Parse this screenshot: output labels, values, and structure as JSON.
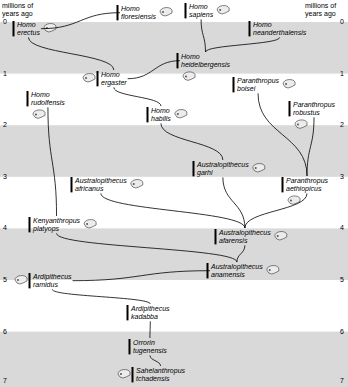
{
  "diagram": {
    "nodes": [
      {
        "text": [
          "Homo sapiens"
        ]
      },
      {
        "text": [
          "Homo floresiensis"
        ]
      },
      {
        "text": [
          "Homo erectus"
        ]
      },
      {
        "text": [
          "Homo neanderthalensis"
        ]
      },
      {
        "text": [
          "Homo heidelbergensis"
        ]
      },
      {
        "text": [
          "Homo ergaster"
        ]
      },
      {
        "text": [
          "Paranthropus boisei"
        ]
      },
      {
        "text": [
          "Homo rudolfensis"
        ]
      },
      {
        "text": [
          "Homo habilis"
        ]
      },
      {
        "text": [
          "Paranthropus robustus"
        ]
      },
      {
        "text": [
          "Australopithecus garhi"
        ]
      },
      {
        "text": [
          "Australopithecus africanus"
        ]
      },
      {
        "text": [
          "Paranthropus aethiopicus"
        ]
      },
      {
        "text": [
          "Kenyanthropus platyops"
        ]
      },
      {
        "text": [
          "Australopithecus afarensis"
        ]
      },
      {
        "text": [
          "Australopithecus anamensis"
        ]
      },
      {
        "text": [
          "Ardipithecus ramidus"
        ]
      },
      {
        "text": [
          "Ardipithecus kadabba"
        ]
      },
      {
        "text": [
          "Orrorin tugenensis"
        ]
      },
      {
        "text": [
          "Sahelanthropus tchadensis"
        ]
      }
    ],
    "edges": [
      {
        "from": 19,
        "to": 18,
        "arrow": "none"
      },
      {
        "from": 18,
        "to": 17,
        "arrow": "none"
      },
      {
        "from": 17,
        "to": 16,
        "arrow": "none"
      },
      {
        "from": 16,
        "to": 15,
        "arrow": "none"
      },
      {
        "from": 15,
        "to": 14,
        "arrow": "none"
      },
      {
        "from": 15,
        "to": 13,
        "arrow": "none"
      },
      {
        "from": 14,
        "to": 11,
        "arrow": "none"
      },
      {
        "from": 14,
        "to": 10,
        "arrow": "none"
      },
      {
        "from": 14,
        "to": 12,
        "arrow": "none"
      },
      {
        "from": 12,
        "to": 6,
        "arrow": "none"
      },
      {
        "from": 12,
        "to": 9,
        "arrow": "none"
      },
      {
        "from": 13,
        "to": 7,
        "arrow": "none"
      },
      {
        "from": 10,
        "to": 8,
        "arrow": "none"
      },
      {
        "from": 8,
        "to": 5,
        "arrow": "none"
      },
      {
        "from": 5,
        "to": 2,
        "arrow": "none"
      },
      {
        "from": 5,
        "to": 4,
        "arrow": "none"
      },
      {
        "from": 2,
        "to": 1,
        "arrow": "none"
      },
      {
        "from": 4,
        "to": 0,
        "arrow": "none"
      },
      {
        "from": 4,
        "to": 3,
        "arrow": "none"
      }
    ],
    "labels": [
      "millions of years ago",
      "0",
      "1",
      "2",
      "3",
      "4",
      "5",
      "6",
      "7",
      "millions of years ago",
      "0",
      "1",
      "2",
      "3",
      "4",
      "5",
      "6",
      "7"
    ]
  }
}
